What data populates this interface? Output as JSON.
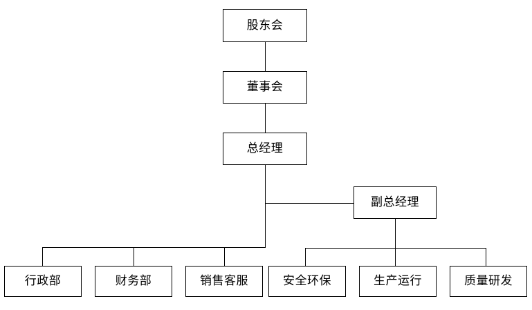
{
  "chart_data": {
    "type": "diagram",
    "diagram_type": "organization-chart",
    "title": "",
    "orientation": "top-down",
    "levels": [
      {
        "level": 1,
        "nodes": [
          "股东会"
        ]
      },
      {
        "level": 2,
        "nodes": [
          "董事会"
        ]
      },
      {
        "level": 3,
        "nodes": [
          "总经理"
        ]
      },
      {
        "level": 4,
        "nodes": [
          "副总经理"
        ]
      },
      {
        "level": 5,
        "nodes": [
          "行政部",
          "财务部",
          "销售客服",
          "安全环保",
          "生产运行",
          "质量研发"
        ]
      }
    ],
    "edges": [
      {
        "from": "股东会",
        "to": "董事会"
      },
      {
        "from": "董事会",
        "to": "总经理"
      },
      {
        "from": "总经理",
        "to": "副总经理"
      },
      {
        "from": "总经理",
        "to": "行政部"
      },
      {
        "from": "总经理",
        "to": "财务部"
      },
      {
        "from": "总经理",
        "to": "销售客服"
      },
      {
        "from": "副总经理",
        "to": "安全环保"
      },
      {
        "from": "副总经理",
        "to": "生产运行"
      },
      {
        "from": "副总经理",
        "to": "质量研发"
      }
    ],
    "style": {
      "box_fill": "#ffffff",
      "box_border": "#000000",
      "line_color": "#000000",
      "text_color": "#000000",
      "background": "#ffffff"
    }
  },
  "nodes": {
    "shareholders": {
      "label": "股东会"
    },
    "board": {
      "label": "董事会"
    },
    "general_manager": {
      "label": "总经理"
    },
    "deputy_general_manager": {
      "label": "副总经理"
    },
    "administration": {
      "label": "行政部"
    },
    "finance": {
      "label": "财务部"
    },
    "sales_service": {
      "label": "销售客服"
    },
    "safety_environment": {
      "label": "安全环保"
    },
    "production_operations": {
      "label": "生产运行"
    },
    "quality_rd": {
      "label": "质量研发"
    }
  }
}
